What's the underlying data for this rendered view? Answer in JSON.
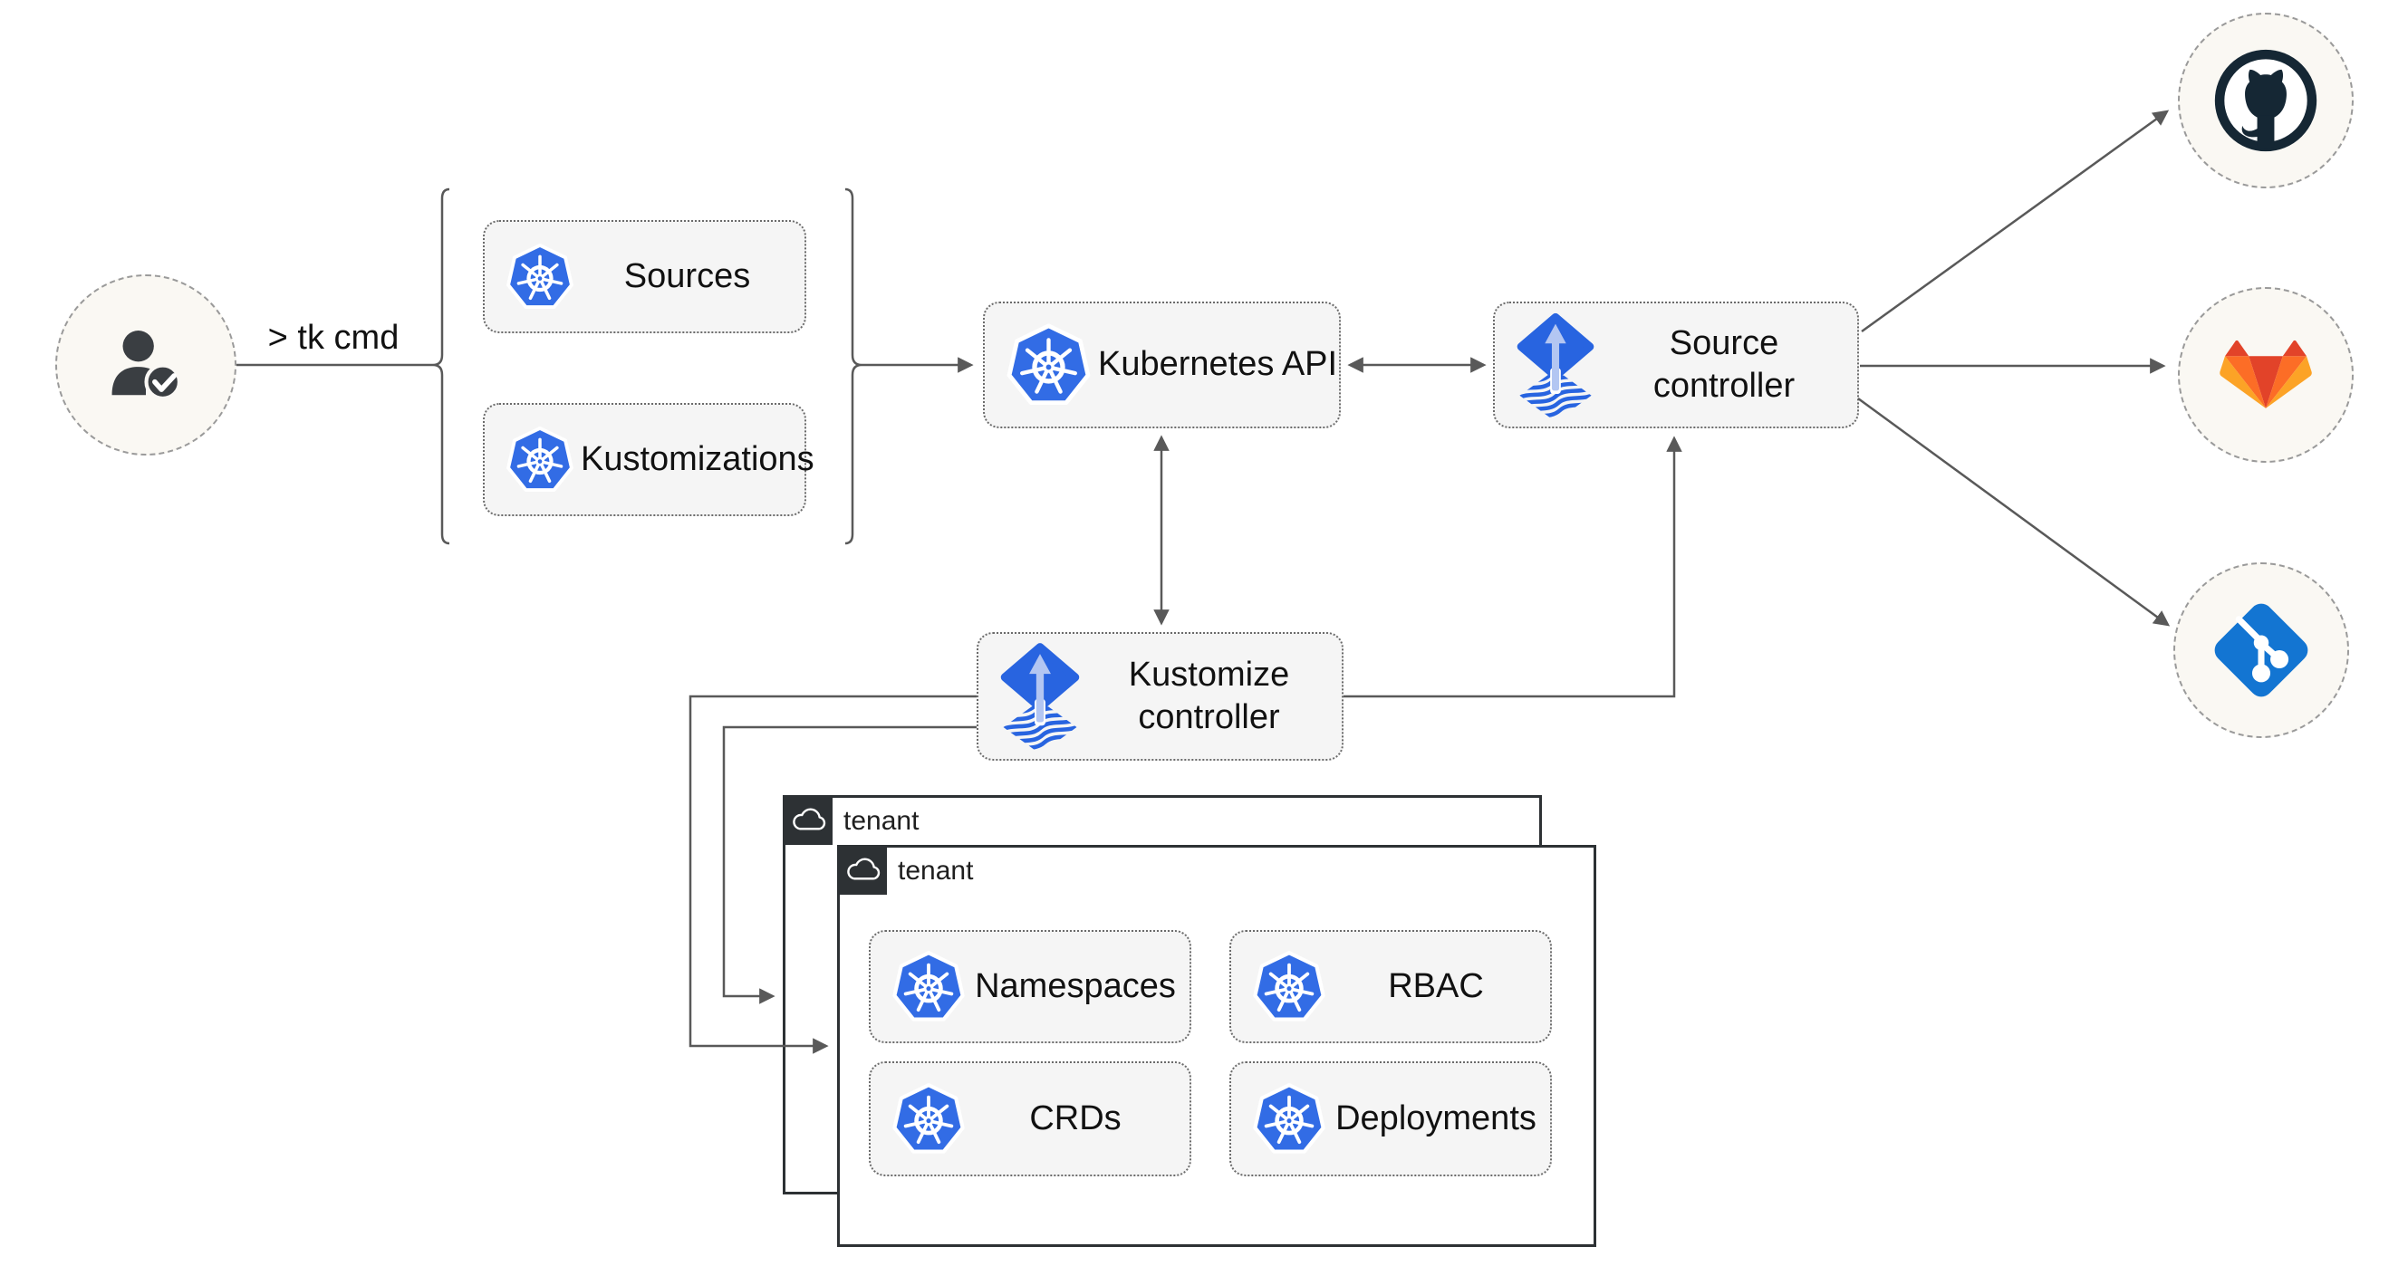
{
  "diagram": {
    "title_hint": "GitOps toolkit architecture",
    "user": {
      "command_label": "> tk cmd"
    },
    "crd_group": {
      "sources_label": "Sources",
      "kustomizations_label": "Kustomizations"
    },
    "nodes": {
      "kubernetes_api_label": "Kubernetes API",
      "source_controller_label": "Source controller",
      "kustomize_controller_label": "Kustomize controller"
    },
    "tenant_back": {
      "label": "tenant"
    },
    "tenant_front": {
      "label": "tenant"
    },
    "resources": {
      "namespaces_label": "Namespaces",
      "rbac_label": "RBAC",
      "crds_label": "CRDs",
      "deployments_label": "Deployments"
    },
    "icons": {
      "user": "user-check-icon",
      "kubernetes": "kubernetes-helm-icon",
      "flux": "flux-kustomize-icon",
      "cloud": "cloud-icon",
      "github": "github-icon",
      "gitlab": "gitlab-icon",
      "git": "git-icon"
    },
    "colors": {
      "kubernetes_blue": "#326ce5",
      "flux_blue": "#2864e0",
      "flux_arrow_light": "#b3c6f2",
      "github_dark": "#152734",
      "gitlab_red": "#e24329",
      "gitlab_orange": "#fc6d26",
      "gitlab_amber": "#fca326",
      "git_blue": "#1375d2",
      "node_fill": "#f5f5f5",
      "node_border": "#6b6b6b",
      "connector_gray": "#595959",
      "tenant_border": "#2d3134",
      "circle_fill": "#faf8f3"
    }
  }
}
